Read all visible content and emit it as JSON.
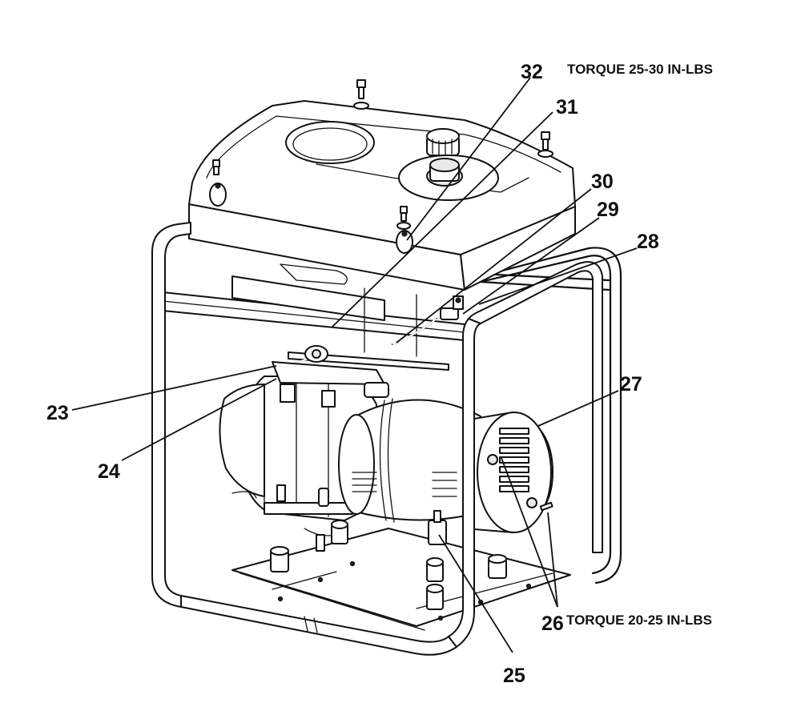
{
  "torque_notes": {
    "top": "TORQUE 25-30 IN-LBS",
    "bottom": "TORQUE 20-25 IN-LBS"
  },
  "callouts": [
    {
      "id": "c32",
      "label": "32"
    },
    {
      "id": "c31",
      "label": "31"
    },
    {
      "id": "c30",
      "label": "30"
    },
    {
      "id": "c29",
      "label": "29"
    },
    {
      "id": "c28",
      "label": "28"
    },
    {
      "id": "c27",
      "label": "27"
    },
    {
      "id": "c23",
      "label": "23"
    },
    {
      "id": "c24",
      "label": "24"
    },
    {
      "id": "c25",
      "label": "25"
    },
    {
      "id": "c26",
      "label": "26"
    }
  ]
}
